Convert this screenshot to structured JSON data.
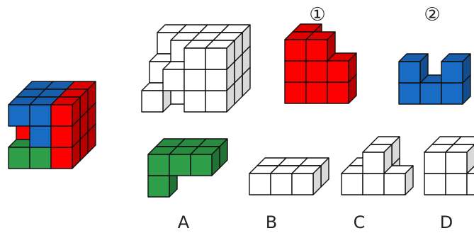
{
  "colors": {
    "red": "#ff0000",
    "blue": "#1a6bc4",
    "green": "#2e9e48",
    "white": "#ffffff",
    "edge": "#111111"
  },
  "piece_markers": {
    "piece1": "①",
    "piece2": "②"
  },
  "options": [
    {
      "key": "A",
      "label": "A",
      "color": "green"
    },
    {
      "key": "B",
      "label": "B",
      "color": "white"
    },
    {
      "key": "C",
      "label": "C",
      "color": "white"
    },
    {
      "key": "D",
      "label": "D",
      "color": "white"
    }
  ]
}
